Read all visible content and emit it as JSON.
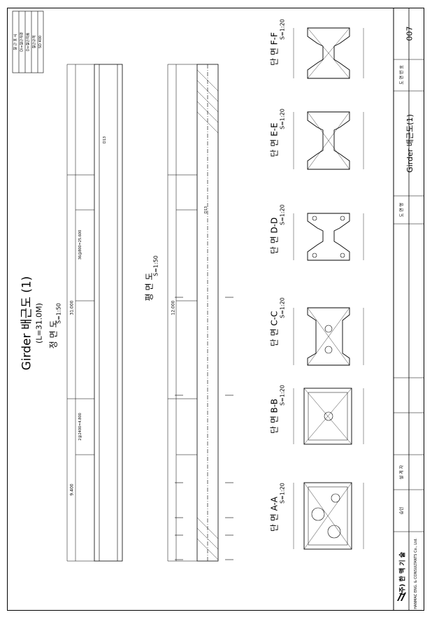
{
  "drawing_title": "Girder 배근도 (1)",
  "drawing_subtitle": "(L=31.0M)",
  "elevation": {
    "title": "정 면 도",
    "scale": "S=1:50"
  },
  "plan": {
    "title": "평 면 도",
    "scale": "S=1:50"
  },
  "sections": [
    {
      "title": "단 면 A-A",
      "scale": "S=1:20"
    },
    {
      "title": "단 면 B-B",
      "scale": "S=1:20"
    },
    {
      "title": "단 면 C-C",
      "scale": "S=1:20"
    },
    {
      "title": "단 면 D-D",
      "scale": "S=1:20"
    },
    {
      "title": "단 면 E-E",
      "scale": "S=1:20"
    },
    {
      "title": "단 면 F-F",
      "scale": "S=1:20"
    }
  ],
  "dimensions": {
    "total": "31.000",
    "half": "12.000",
    "segment_a": "9.400",
    "segment_b": "2@2400=4.800",
    "segment_c": "36@800=25.600"
  },
  "bar_mark": "D13",
  "title_block": {
    "company_kr": "(주) 한 맥 기 술",
    "company_en": "HANMAC ENG. & CONSULTANTS Co., Ltd.",
    "labels": {
      "approval": "승인",
      "design": "설 계 자",
      "drawing_no_label": "도 면 번 호",
      "drawing_name_label": "도 면 명"
    },
    "drawing_name": "Girder 배근도(1)",
    "drawing_no": "007"
  },
  "notes": {
    "lines": [
      "철 근 표 시",
      "Di=철근직경",
      "D=철근지름",
      "철근규격",
      "SD 400"
    ]
  }
}
